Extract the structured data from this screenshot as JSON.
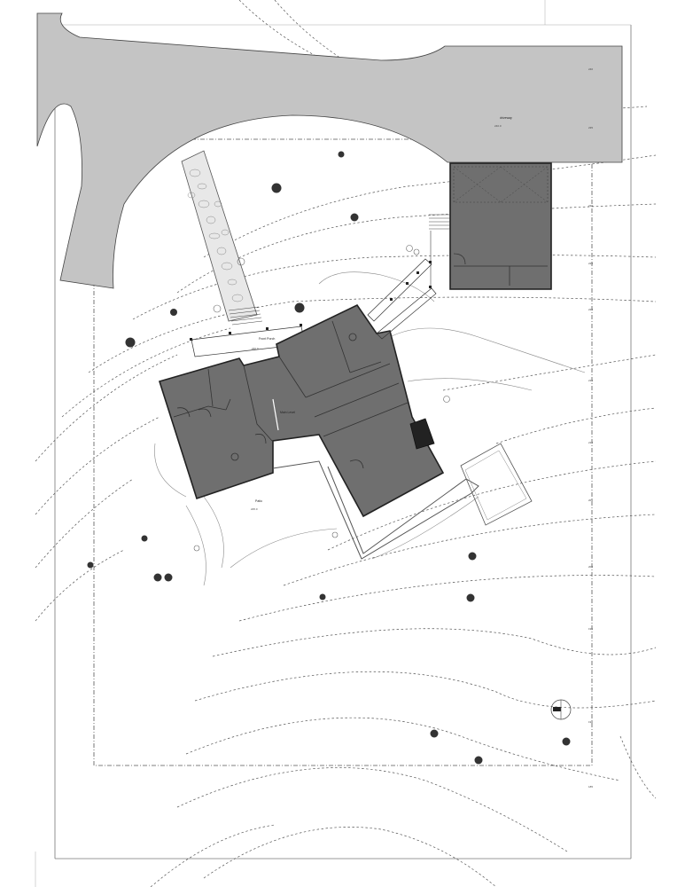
{
  "labels": {
    "driveway": "driveway",
    "elev_drive": "240.0",
    "front_porch": "Front Porch",
    "elev_porch": "230.0",
    "main_level": "Main Level",
    "patio": "Patio",
    "elev_patio": "225.0"
  },
  "edge_ticks": [
    "240",
    "235",
    "230",
    "225",
    "220",
    "215",
    "210",
    "205",
    "200",
    "195",
    "190",
    "185"
  ],
  "colors": {
    "driveway_fill": "#c4c4c4",
    "building_fill": "#6f6f6f",
    "tree_fill": "#333333",
    "background": "#ffffff"
  },
  "icons": [
    "north-arrow-icon",
    "tree-icon"
  ]
}
